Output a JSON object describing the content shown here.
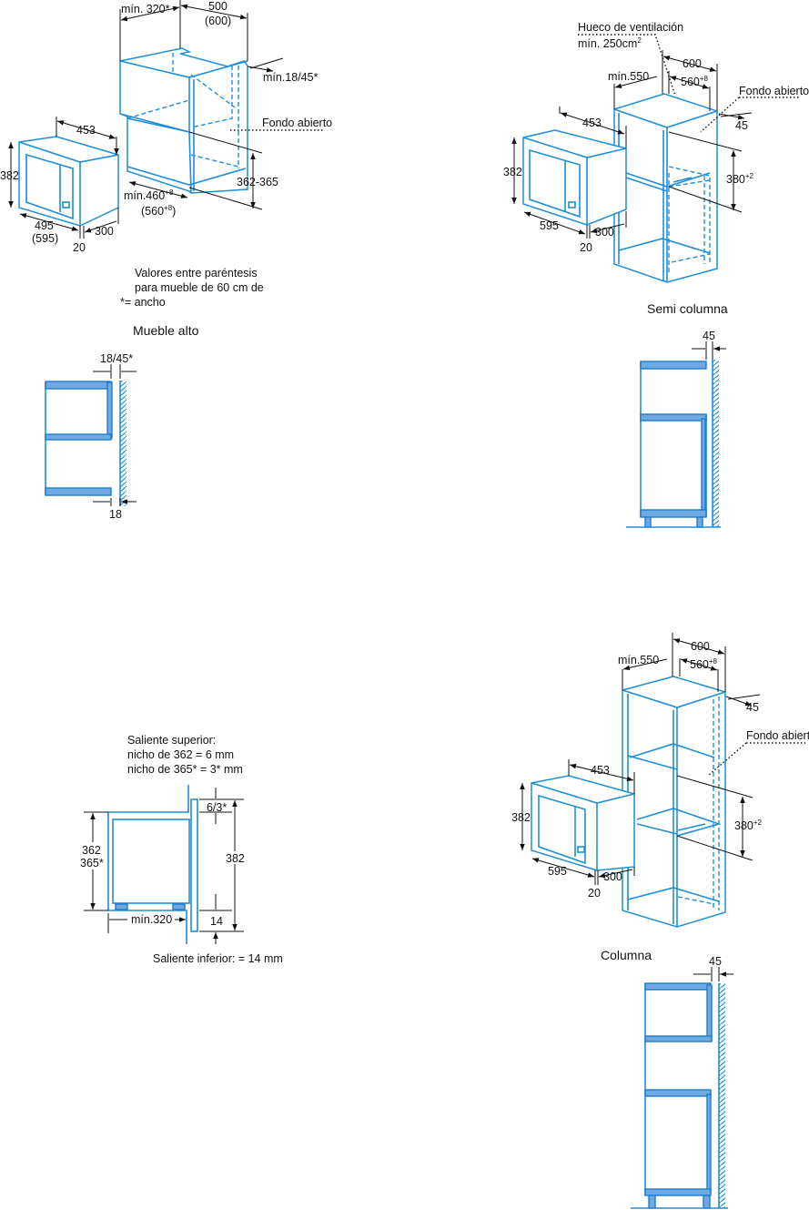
{
  "colors": {
    "line": "#1e8ed8",
    "board_fill": "#6ea9e2",
    "dimension": "#111111"
  },
  "mueble_alto_iso": {
    "dim_min320": "mín. 320*",
    "dim_500": "500",
    "dim_600": "(600)",
    "dim_min18_45": "mín.18/45*",
    "fondo_abierto": "Fondo abierto",
    "dim_453": "453",
    "dim_382": "382",
    "dim_362_365": "362-365",
    "dim_min460": "mín.460",
    "dim_min460_sup": "+8",
    "dim_560": "(560",
    "dim_560_sup": "+8",
    "dim_560_close": ")",
    "dim_495": "495",
    "dim_595": "(595)",
    "dim_300": "300",
    "dim_20": "20",
    "note_line1": "Valores entre paréntesis",
    "note_line2": "para mueble de 60 cm de",
    "note_line3": "*= ancho",
    "caption": "Mueble alto"
  },
  "semi_columna_iso": {
    "hueco_line1": "Hueco de ventilación",
    "hueco_line2": "mín. 250cm",
    "hueco_sup": "2",
    "dim_600": "600",
    "dim_min550": "mín.550",
    "dim_560": "560",
    "dim_560_sup": "+8",
    "fondo_abierto": "Fondo abierto",
    "dim_45": "45",
    "dim_453": "453",
    "dim_382": "382",
    "dim_380": "380",
    "dim_380_sup": "+2",
    "dim_595": "595",
    "dim_300": "300",
    "dim_20": "20",
    "caption": "Semi columna"
  },
  "mueble_alto_side": {
    "dim_top": "18/45*",
    "dim_bottom": "18"
  },
  "semi_columna_side": {
    "dim_45": "45"
  },
  "section_view": {
    "superior_line1": "Saliente superior:",
    "superior_line2": "nicho de 362 = 6 mm",
    "superior_line3": "nicho de 365* = 3* mm",
    "dim_6_3": "6/3*",
    "dim_362": "362",
    "dim_365": "365*",
    "dim_382": "382",
    "dim_14": "14",
    "dim_min320": "mín.320",
    "inferior": "Saliente inferior: = 14 mm"
  },
  "columna_iso": {
    "dim_600": "600",
    "dim_min550": "mín.550",
    "dim_560": "560",
    "dim_560_sup": "+8",
    "dim_45": "45",
    "fondo_abierto": "Fondo abierto",
    "dim_453": "453",
    "dim_382": "382",
    "dim_380": "380",
    "dim_380_sup": "+2",
    "dim_595": "595",
    "dim_300": "300",
    "dim_20": "20",
    "caption": "Columna"
  },
  "columna_side": {
    "dim_45": "45"
  }
}
